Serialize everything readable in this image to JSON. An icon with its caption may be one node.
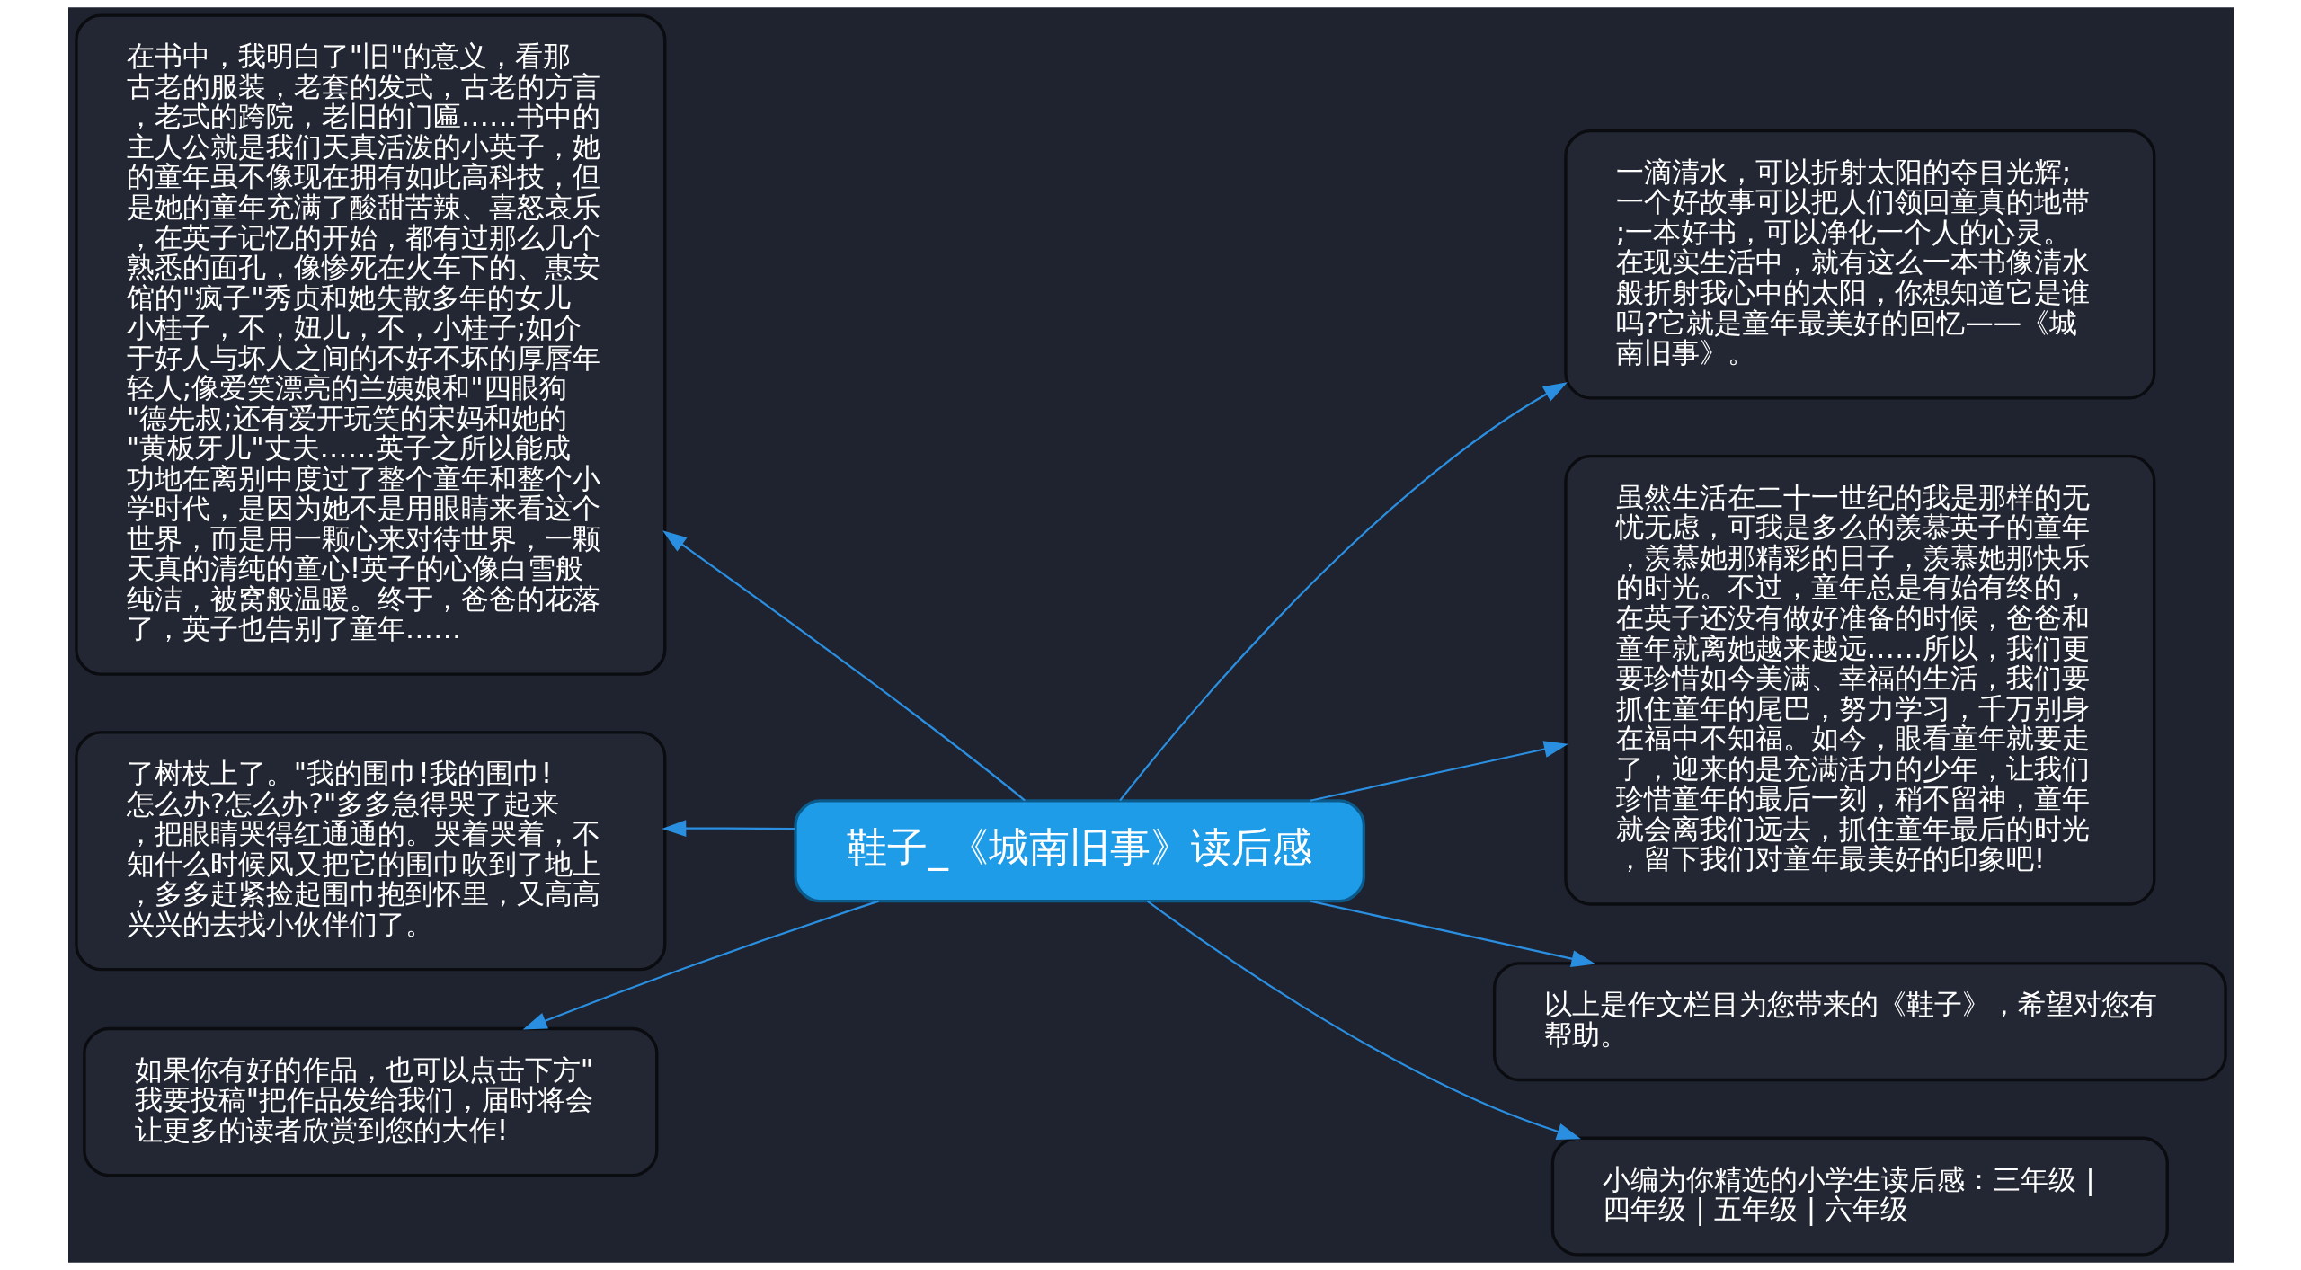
{
  "diagram": {
    "nodes": [
      {
        "text": [
          "鞋子_《城南旧事》读后感"
        ]
      },
      {
        "text": [
          "在书中，我明白了\"旧\"的意义，看那古老的服装，老套的发式，古老的方言，老式的跨院，老旧的门匾……书中的主人公就是我们天真活泼的小英子，她的童年虽不像现在拥有如此高科技，但是她的童年充满了酸甜苦辣、喜怒哀乐，在英子记忆的开始，都有过那么几个熟悉的面孔，像惨死在火车下的、惠安馆的\"疯子\"秀贞和她失散多年的女儿小桂子，不，妞儿，不，小桂子;如介于好人与坏人之间的不好不坏的厚唇年轻人;像爱笑漂亮的兰姨娘和\"四眼狗\"德先叔;还有爱开玩笑的宋妈和她的\"黄板牙儿\"丈夫……英子之所以能成功地在离别中度过了整个童年和整个小学时代，是因为她不是用眼睛来看这个世界，而是用一颗心来对待世界，一颗天真的清纯的童心!英子的心像白雪般纯洁，被窝般温暖。终于，爸爸的花落了，英子也告别了童年……"
        ]
      },
      {
        "text": [
          "了树枝上了。\"我的围巾!我的围巾!怎么办?怎么办?\"多多急得哭了起来，把眼睛哭得红通通的。哭着哭着，不知什么时候风又把它的围巾吹到了地上，多多赶紧捡起围巾抱到怀里，又高高兴兴的去找小伙伴们了。"
        ]
      },
      {
        "text": [
          "如果你有好的作品，也可以点击下方\"我要投稿\"把作品发给我们，届时将会让更多的读者欣赏到您的大作!"
        ]
      },
      {
        "text": [
          "一滴清水，可以折射太阳的夺目光辉;一个好故事可以把人们领回童真的地带;一本好书，可以净化一个人的心灵。在现实生活中，就有这么一本书像清水般折射我心中的太阳，你想知道它是谁吗?它就是童年最美好的回忆——《城南旧事》。"
        ]
      },
      {
        "text": [
          "虽然生活在二十一世纪的我是那样的无忧无虑，可我是多么的羡慕英子的童年，羡慕她那精彩的日子，羡慕她那快乐的时光。不过，童年总是有始有终的，在英子还没有做好准备的时候，爸爸和童年就离她越来越远……所以，我们更要珍惜如今美满、幸福的生活，我们要抓住童年的尾巴，努力学习，千万别身在福中不知福。如今，眼看童年就要走了，迎来的是充满活力的少年，让我们珍惜童年的最后一刻，稍不留神，童年就会离我们远去，抓住童年最后的时光，留下我们对童年最美好的印象吧!"
        ]
      },
      {
        "text": [
          "以上是作文栏目为您带来的《鞋子》，希望对您有帮助。"
        ]
      },
      {
        "text": [
          "小编为你精选的小学生读后感：三年级 | 四年级 | 五年级 | 六年级"
        ]
      }
    ],
    "edges": [
      {
        "from": 0,
        "to": 1,
        "arrow": "to"
      },
      {
        "from": 0,
        "to": 2,
        "arrow": "to"
      },
      {
        "from": 0,
        "to": 3,
        "arrow": "to"
      },
      {
        "from": 0,
        "to": 4,
        "arrow": "to"
      },
      {
        "from": 0,
        "to": 5,
        "arrow": "to"
      },
      {
        "from": 0,
        "to": 6,
        "arrow": "to"
      },
      {
        "from": 0,
        "to": 7,
        "arrow": "to"
      }
    ]
  }
}
